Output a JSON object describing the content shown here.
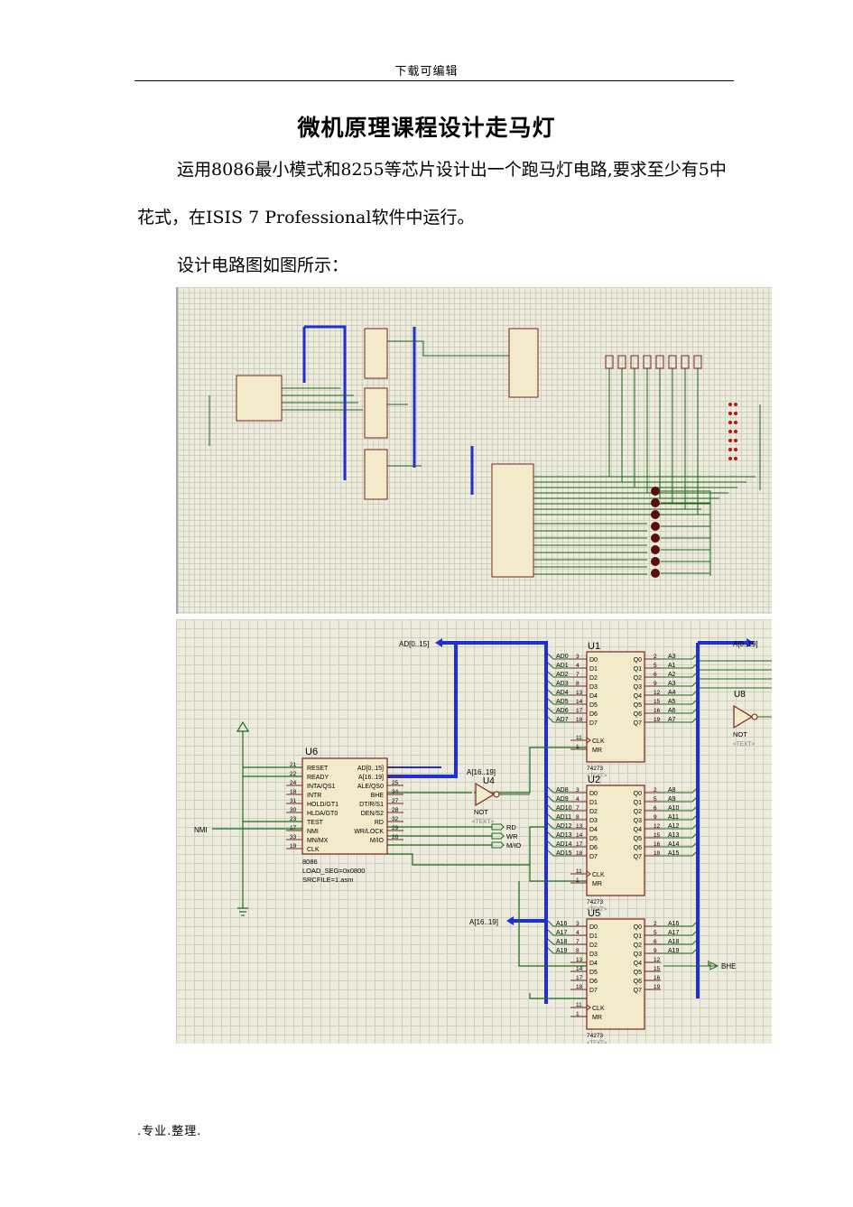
{
  "header": {
    "text": "下载可编辑"
  },
  "title": "微机原理课程设计走马灯",
  "paragraphs": [
    "运用8086最小模式和8255等芯片设计出一个跑马灯电路,要求至少有5中花式，在ISIS 7 Professional软件中运行。",
    "设计电路图如图所示："
  ],
  "schematic_detail": {
    "bus_labels": {
      "ad_bus": "AD[0..15]",
      "a_bus": "A[0..19]",
      "a_high": "A[16..19]",
      "bhe": "BHE"
    },
    "u6": {
      "ref": "U6",
      "left_pins": [
        {
          "num": "21",
          "name": "RESET"
        },
        {
          "num": "22",
          "name": "READY"
        },
        {
          "num": "24",
          "name": "INTA/QS1"
        },
        {
          "num": "18",
          "name": "INTR"
        },
        {
          "num": "31",
          "name": "HOLD/GT1"
        },
        {
          "num": "30",
          "name": "HLDA/GT0"
        },
        {
          "num": "23",
          "name": "TEST"
        },
        {
          "num": "17",
          "name": "NMI"
        },
        {
          "num": "33",
          "name": "MN/MX"
        },
        {
          "num": "19",
          "name": "CLK"
        }
      ],
      "right_pins": [
        {
          "num": "",
          "name": "AD[0..15]"
        },
        {
          "num": "",
          "name": "A[16..19]"
        },
        {
          "num": "25",
          "name": "ALE/QS0"
        },
        {
          "num": "34",
          "name": "BHE"
        },
        {
          "num": "27",
          "name": "DT/R/S1"
        },
        {
          "num": "28",
          "name": "DEN/S2"
        },
        {
          "num": "32",
          "name": "RD"
        },
        {
          "num": "29",
          "name": "WR/LOCK"
        },
        {
          "num": "26",
          "name": "M/IO"
        }
      ],
      "part": "8086",
      "props": [
        "LOAD_SEG=0x0800",
        "SRCFILE=1.asm"
      ]
    },
    "u4": {
      "ref": "U4",
      "part": "NOT",
      "text": "<TEXT>"
    },
    "u8": {
      "ref": "U8",
      "part": "NOT",
      "text": "<TEXT>"
    },
    "nmi_label": "NMI",
    "ctrl_labels": [
      "RD",
      "WR",
      "M/IO"
    ],
    "latches": [
      {
        "ref": "U1",
        "part": "74273",
        "d_pins": [
          "3",
          "4",
          "7",
          "8",
          "13",
          "14",
          "17",
          "18"
        ],
        "q_pins": [
          "2",
          "5",
          "6",
          "9",
          "12",
          "15",
          "16",
          "19"
        ],
        "in_nets": [
          "AD0",
          "AD1",
          "AD2",
          "AD3",
          "AD4",
          "AD5",
          "AD6",
          "AD7"
        ],
        "out_nets": [
          "A3",
          "A1",
          "A2",
          "A3",
          "A4",
          "A5",
          "A6",
          "A7"
        ]
      },
      {
        "ref": "U2",
        "part": "74273",
        "d_pins": [
          "3",
          "4",
          "7",
          "8",
          "13",
          "14",
          "17",
          "18"
        ],
        "q_pins": [
          "2",
          "5",
          "6",
          "9",
          "12",
          "15",
          "16",
          "19"
        ],
        "in_nets": [
          "AD8",
          "AD9",
          "AD10",
          "AD11",
          "AD12",
          "AD13",
          "AD14",
          "AD15"
        ],
        "out_nets": [
          "A8",
          "A9",
          "A10",
          "A11",
          "A12",
          "A13",
          "A14",
          "A15"
        ]
      },
      {
        "ref": "U5",
        "part": "74273",
        "d_pins": [
          "3",
          "4",
          "7",
          "8",
          "13",
          "14",
          "17",
          "18"
        ],
        "q_pins": [
          "2",
          "5",
          "6",
          "9",
          "12",
          "15",
          "16",
          "19"
        ],
        "in_nets": [
          "A16",
          "A17",
          "A18",
          "A19",
          "",
          "",
          "",
          ""
        ],
        "out_nets": [
          "A16",
          "A17",
          "A18",
          "A19",
          "",
          "",
          "",
          ""
        ]
      }
    ],
    "d_names": [
      "D0",
      "D1",
      "D2",
      "D3",
      "D4",
      "D5",
      "D6",
      "D7"
    ],
    "q_names": [
      "Q0",
      "Q1",
      "Q2",
      "Q3",
      "Q4",
      "Q5",
      "Q6",
      "Q7"
    ],
    "clk_pins": [
      {
        "num": "11",
        "name": "CLK"
      },
      {
        "num": "1",
        "name": "MR"
      }
    ],
    "text_tag": "<TEXT>"
  },
  "footer": {
    "text": ".专业.整理."
  }
}
